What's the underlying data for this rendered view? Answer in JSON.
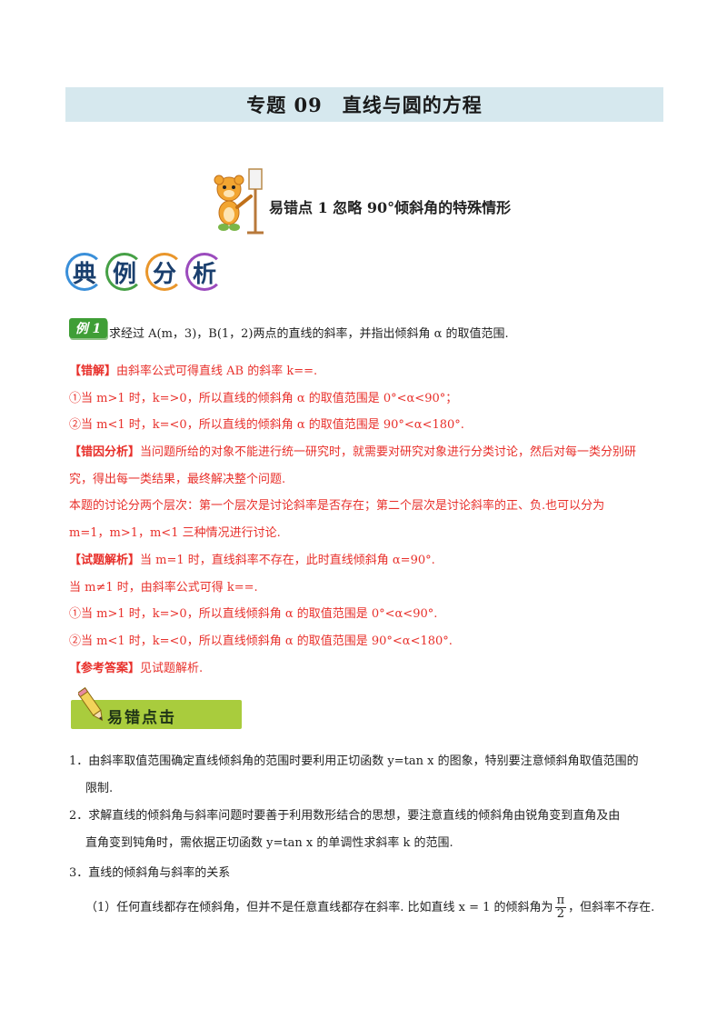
{
  "title": "专题 09　直线与圆的方程",
  "heading1": "易错点 1  忽略 90°倾斜角的特殊情形",
  "section_chars": [
    "典",
    "例",
    "分",
    "析"
  ],
  "section_colors": [
    "#3a8fd9",
    "#46a046",
    "#e9962b",
    "#9b4bbd"
  ],
  "example_badge": "例 1",
  "example_text": "求经过 A(m，3)，B(1，2)两点的直线的斜率，并指出倾斜角 α 的取值范围.",
  "wrong_solution": {
    "label": "【错解】",
    "line1": "由斜率公式可得直线 AB 的斜率 k==.",
    "line2": "①当 m>1 时，k=>0，所以直线的倾斜角 α 的取值范围是 0°<α<90°；",
    "line3": "②当 m<1 时，k=<0，所以直线的倾斜角 α 的取值范围是 90°<α<180°."
  },
  "error_analysis": {
    "label": "【错因分析】",
    "line1": "当问题所给的对象不能进行统一研究时，就需要对研究对象进行分类讨论，然后对每一类分别研",
    "line2": "究，得出每一类结果，最终解决整个问题.",
    "line3": "本题的讨论分两个层次：第一个层次是讨论斜率是否存在；第二个层次是讨论斜率的正、负.也可以分为",
    "line4": "m=1，m>1，m<1 三种情况进行讨论."
  },
  "solution": {
    "label": "【试题解析】",
    "line1": "当 m=1 时，直线斜率不存在，此时直线倾斜角 α=90°.",
    "line2": "当 m≠1 时，由斜率公式可得 k==.",
    "line3": "①当 m>1 时，k=>0，所以直线倾斜角 α 的取值范围是 0°<α<90°.",
    "line4": "②当 m<1 时，k=<0，所以直线倾斜角 α 的取值范围是 90°<α<180°."
  },
  "answer": {
    "label": "【参考答案】",
    "text": "见试题解析."
  },
  "tip_banner": "易错点击",
  "tips": {
    "t1_line1": "1．由斜率取值范围确定直线倾斜角的范围时要利用正切函数 y=tan x 的图象，特别要注意倾斜角取值范围的",
    "t1_line2": "限制.",
    "t2_line1": "2．求解直线的倾斜角与斜率问题时要善于利用数形结合的思想，要注意直线的倾斜角由锐角变到直角及由",
    "t2_line2": "直角变到钝角时，需依据正切函数 y=tan x 的单调性求斜率 k 的范围.",
    "t3_line1": "3．直线的倾斜角与斜率的关系",
    "t3_sub1_a": "（1）任何直线都存在倾斜角，但并不是任意直线都存在斜率. 比如直线 x = 1 的倾斜角为",
    "frac_num": "π",
    "frac_den": "2",
    "t3_sub1_b": "，但斜率不存在."
  }
}
